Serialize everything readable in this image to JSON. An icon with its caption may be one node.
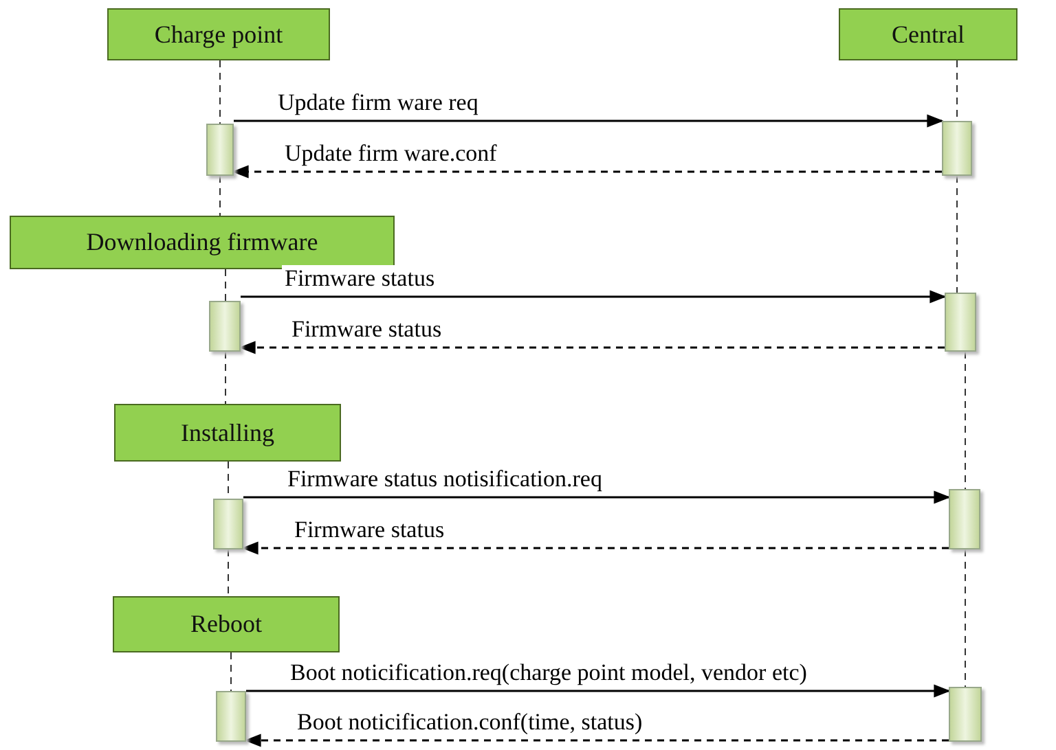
{
  "diagram": {
    "nodes": [
      {
        "text": [
          "Charge point"
        ]
      },
      {
        "text": [
          "Central"
        ]
      },
      {
        "text": [],
        "shape": "bar"
      },
      {
        "text": [],
        "shape": "bar"
      },
      {
        "text": [
          "Downloading firmware"
        ]
      },
      {
        "text": [],
        "shape": "bar"
      },
      {
        "text": [],
        "shape": "bar"
      },
      {
        "text": [
          "Installing"
        ]
      },
      {
        "text": [],
        "shape": "bar"
      },
      {
        "text": [],
        "shape": "bar"
      },
      {
        "text": [
          "Reboot"
        ]
      },
      {
        "text": [],
        "shape": "bar"
      },
      {
        "text": [],
        "shape": "bar"
      }
    ],
    "edges": [
      {
        "from": 2,
        "to": 3,
        "arrow": "to",
        "label": "Update firm ware req"
      },
      {
        "from": 3,
        "to": 2,
        "arrow": "to",
        "label": "Update firm ware.conf",
        "style": "dashed"
      },
      {
        "from": 5,
        "to": 6,
        "arrow": "to",
        "label": "Firmware status"
      },
      {
        "from": 6,
        "to": 5,
        "arrow": "to",
        "label": "Firmware status",
        "style": "dashed"
      },
      {
        "from": 8,
        "to": 9,
        "arrow": "to",
        "label": "Firmware status notisification.req"
      },
      {
        "from": 9,
        "to": 8,
        "arrow": "to",
        "label": "Firmware status",
        "style": "dashed"
      },
      {
        "from": 11,
        "to": 12,
        "arrow": "to",
        "label": "Boot noticification.req(charge point model, vendor etc)"
      },
      {
        "from": 12,
        "to": 11,
        "arrow": "to",
        "label": "Boot noticification.conf(time, status)",
        "style": "dashed"
      },
      {
        "from": 0,
        "to": 2,
        "arrow": "none",
        "style": "dashed"
      },
      {
        "from": 2,
        "to": 4,
        "arrow": "none",
        "style": "dashed"
      },
      {
        "from": 4,
        "to": 5,
        "arrow": "none",
        "style": "dashed"
      },
      {
        "from": 5,
        "to": 7,
        "arrow": "none",
        "style": "dashed"
      },
      {
        "from": 7,
        "to": 8,
        "arrow": "none",
        "style": "dashed"
      },
      {
        "from": 8,
        "to": 10,
        "arrow": "none",
        "style": "dashed"
      },
      {
        "from": 10,
        "to": 11,
        "arrow": "none",
        "style": "dashed"
      },
      {
        "from": 1,
        "to": 3,
        "arrow": "none",
        "style": "dashed"
      },
      {
        "from": 3,
        "to": 6,
        "arrow": "none",
        "style": "dashed"
      },
      {
        "from": 6,
        "to": 9,
        "arrow": "none",
        "style": "dashed"
      },
      {
        "from": 9,
        "to": 12,
        "arrow": "none",
        "style": "dashed"
      }
    ]
  }
}
